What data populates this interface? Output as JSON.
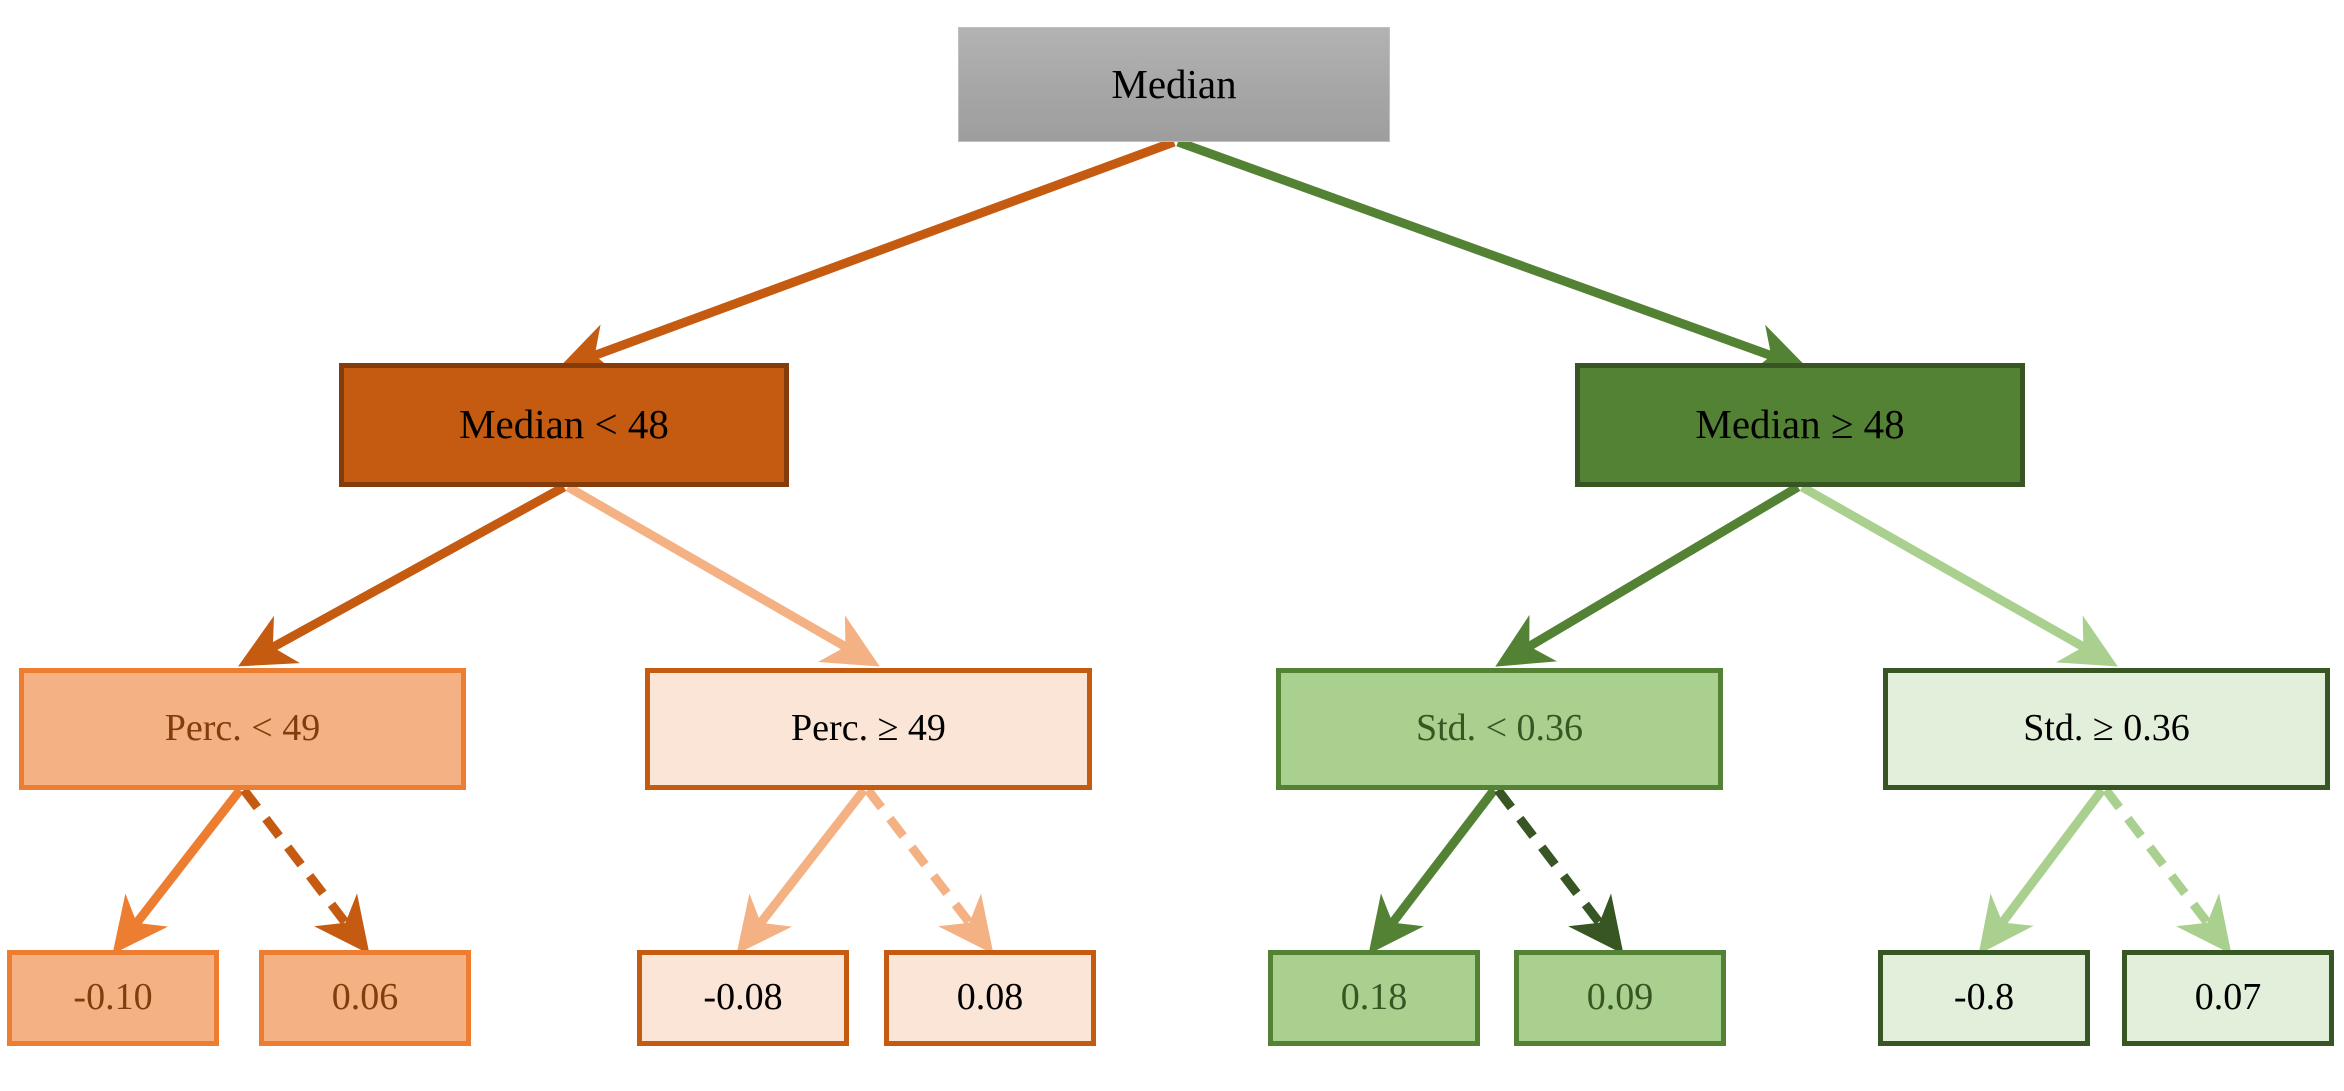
{
  "diagram": {
    "type": "decision-tree",
    "title_text": "",
    "background": "#ffffff",
    "root": {
      "id": "root",
      "label": "Median",
      "fill": "#a6a6a6",
      "border": "#bfbfbf",
      "text_color": "#000000"
    },
    "level2": [
      {
        "id": "median-lt-48",
        "label": "Median < 48",
        "fill": "#c55a11",
        "border": "#843c0c",
        "text_color": "#000000"
      },
      {
        "id": "median-ge-48",
        "label": "Median ≥ 48",
        "fill": "#548235",
        "border": "#375623",
        "text_color": "#000000"
      }
    ],
    "level3": [
      {
        "id": "perc-lt-49",
        "label": "Perc. < 49",
        "fill": "#f4b183",
        "border": "#ed7d31",
        "text_color": "#833c0b"
      },
      {
        "id": "perc-ge-49",
        "label": "Perc. ≥ 49",
        "fill": "#fbe5d6",
        "border": "#c55a11",
        "text_color": "#000000"
      },
      {
        "id": "std-lt-036",
        "label": "Std. < 0.36",
        "fill": "#a9d08e",
        "border": "#548235",
        "text_color": "#375623"
      },
      {
        "id": "std-ge-036",
        "label": "Std. ≥ 0.36",
        "fill": "#e2efda",
        "border": "#375623",
        "text_color": "#000000"
      }
    ],
    "leaves": [
      {
        "id": "leaf-1",
        "label": "-0.10",
        "fill": "#f4b183",
        "border": "#ed7d31",
        "text_color": "#833c0b"
      },
      {
        "id": "leaf-2",
        "label": "0.06",
        "fill": "#f4b183",
        "border": "#ed7d31",
        "text_color": "#833c0b"
      },
      {
        "id": "leaf-3",
        "label": "-0.08",
        "fill": "#fbe5d6",
        "border": "#c55a11",
        "text_color": "#000000"
      },
      {
        "id": "leaf-4",
        "label": "0.08",
        "fill": "#fbe5d6",
        "border": "#c55a11",
        "text_color": "#000000"
      },
      {
        "id": "leaf-5",
        "label": "0.18",
        "fill": "#a9d08e",
        "border": "#548235",
        "text_color": "#375623"
      },
      {
        "id": "leaf-6",
        "label": "0.09",
        "fill": "#a9d08e",
        "border": "#548235",
        "text_color": "#375623"
      },
      {
        "id": "leaf-7",
        "label": "-0.8",
        "fill": "#e2efda",
        "border": "#375623",
        "text_color": "#000000"
      },
      {
        "id": "leaf-8",
        "label": "0.07",
        "fill": "#e2efda",
        "border": "#375623",
        "text_color": "#000000"
      }
    ],
    "edges": [
      {
        "id": "root-to-left",
        "style": "solid",
        "color": "#c55a11"
      },
      {
        "id": "root-to-right",
        "style": "solid",
        "color": "#548235"
      },
      {
        "id": "l2l-to-l3a",
        "style": "solid",
        "color": "#c55a11"
      },
      {
        "id": "l2l-to-l3b",
        "style": "solid",
        "color": "#f4b183"
      },
      {
        "id": "l2r-to-l3c",
        "style": "solid",
        "color": "#548235"
      },
      {
        "id": "l2r-to-l3d",
        "style": "solid",
        "color": "#a9d08e"
      },
      {
        "id": "l3a-to-leaf1",
        "style": "solid",
        "color": "#ed7d31"
      },
      {
        "id": "l3a-to-leaf2",
        "style": "dashed",
        "color": "#c55a11"
      },
      {
        "id": "l3b-to-leaf3",
        "style": "solid",
        "color": "#f4b183"
      },
      {
        "id": "l3b-to-leaf4",
        "style": "dashed",
        "color": "#f4b183"
      },
      {
        "id": "l3c-to-leaf5",
        "style": "solid",
        "color": "#548235"
      },
      {
        "id": "l3c-to-leaf6",
        "style": "dashed",
        "color": "#375623"
      },
      {
        "id": "l3d-to-leaf7",
        "style": "solid",
        "color": "#a9d08e"
      },
      {
        "id": "l3d-to-leaf8",
        "style": "dashed",
        "color": "#a9d08e"
      }
    ]
  }
}
